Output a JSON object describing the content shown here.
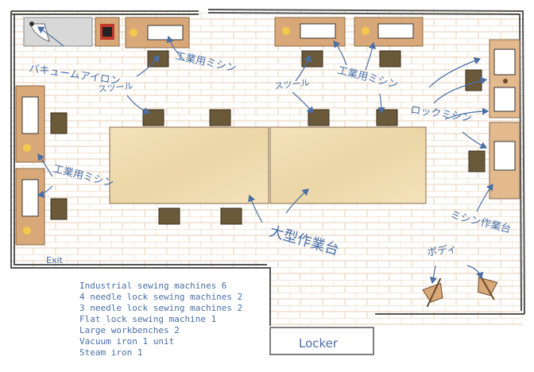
{
  "labels": {
    "vacuum_iron": "バキュームアイロン",
    "stool_left": "スツール",
    "industrial_top_left": "工業用ミシン",
    "stool_right": "スツール",
    "industrial_top_right": "工業用ミシン",
    "lock_machine": "ロックミシン",
    "industrial_left": "工業用ミシン",
    "big_workbench": "大型作業台",
    "sewing_table": "ミシン作業台",
    "body": "ボディ",
    "exit": "Exit",
    "locker": "Locker"
  },
  "equipment_list": [
    "Industrial sewing machines 6",
    "4 needle lock sewing machines 2",
    "3 needle lock sewing machines 2",
    "Flat lock sewing machine 1",
    "Large workbenches 2",
    "Vacuum iron 1 unit",
    "Steam iron 1"
  ],
  "colors": {
    "wall": "#555555",
    "floor_line": "#e6c7a8",
    "machine_table": "#d9a878",
    "workbench": "#f0ddb0",
    "stool": "#6b5a3a",
    "label": "#4a6fa5"
  }
}
